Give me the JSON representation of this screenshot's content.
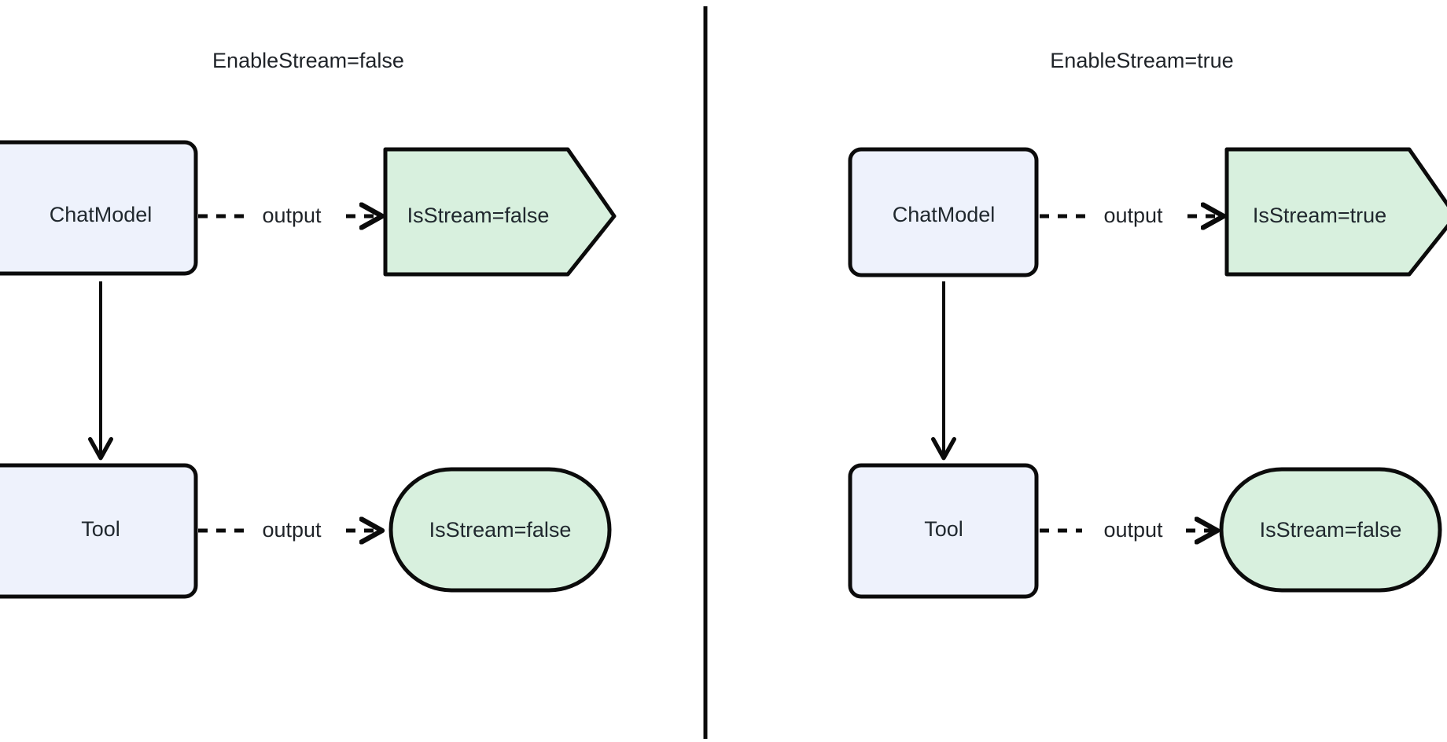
{
  "diagram": {
    "type": "flowchart",
    "background_color": "#ffffff",
    "divider_color": "#0b0b0b",
    "node_stroke_color": "#0b0b0b",
    "blue_fill": "#eef2fc",
    "green_fill": "#d8f0de",
    "text_color": "#1f2328"
  },
  "panels": [
    {
      "id": "left",
      "title": "EnableStream=false",
      "nodes": [
        {
          "id": "left-chatmodel",
          "label": "ChatModel",
          "shape": "rounded-rect",
          "fill": "#eef2fc"
        },
        {
          "id": "left-tool",
          "label": "Tool",
          "shape": "rounded-rect",
          "fill": "#eef2fc"
        },
        {
          "id": "left-chat-out",
          "label": "IsStream=false",
          "shape": "flag",
          "fill": "#d8f0de"
        },
        {
          "id": "left-tool-out",
          "label": "IsStream=false",
          "shape": "stadium",
          "fill": "#d8f0de"
        }
      ],
      "edges": [
        {
          "id": "left-chat-to-out",
          "label": "output",
          "style": "dashed",
          "from": "left-chatmodel",
          "to": "left-chat-out"
        },
        {
          "id": "left-chat-to-tool",
          "label": "",
          "style": "solid",
          "from": "left-chatmodel",
          "to": "left-tool"
        },
        {
          "id": "left-tool-to-out",
          "label": "output",
          "style": "dashed",
          "from": "left-tool",
          "to": "left-tool-out"
        }
      ]
    },
    {
      "id": "right",
      "title": "EnableStream=true",
      "nodes": [
        {
          "id": "right-chatmodel",
          "label": "ChatModel",
          "shape": "rounded-rect",
          "fill": "#eef2fc"
        },
        {
          "id": "right-tool",
          "label": "Tool",
          "shape": "rounded-rect",
          "fill": "#eef2fc"
        },
        {
          "id": "right-chat-out",
          "label": "IsStream=true",
          "shape": "flag",
          "fill": "#d8f0de"
        },
        {
          "id": "right-tool-out",
          "label": "IsStream=false",
          "shape": "stadium",
          "fill": "#d8f0de"
        }
      ],
      "edges": [
        {
          "id": "right-chat-to-out",
          "label": "output",
          "style": "dashed",
          "from": "right-chatmodel",
          "to": "right-chat-out"
        },
        {
          "id": "right-chat-to-tool",
          "label": "",
          "style": "solid",
          "from": "right-chatmodel",
          "to": "right-tool"
        },
        {
          "id": "right-tool-to-out",
          "label": "output",
          "style": "dashed",
          "from": "right-tool",
          "to": "right-tool-out"
        }
      ]
    }
  ]
}
